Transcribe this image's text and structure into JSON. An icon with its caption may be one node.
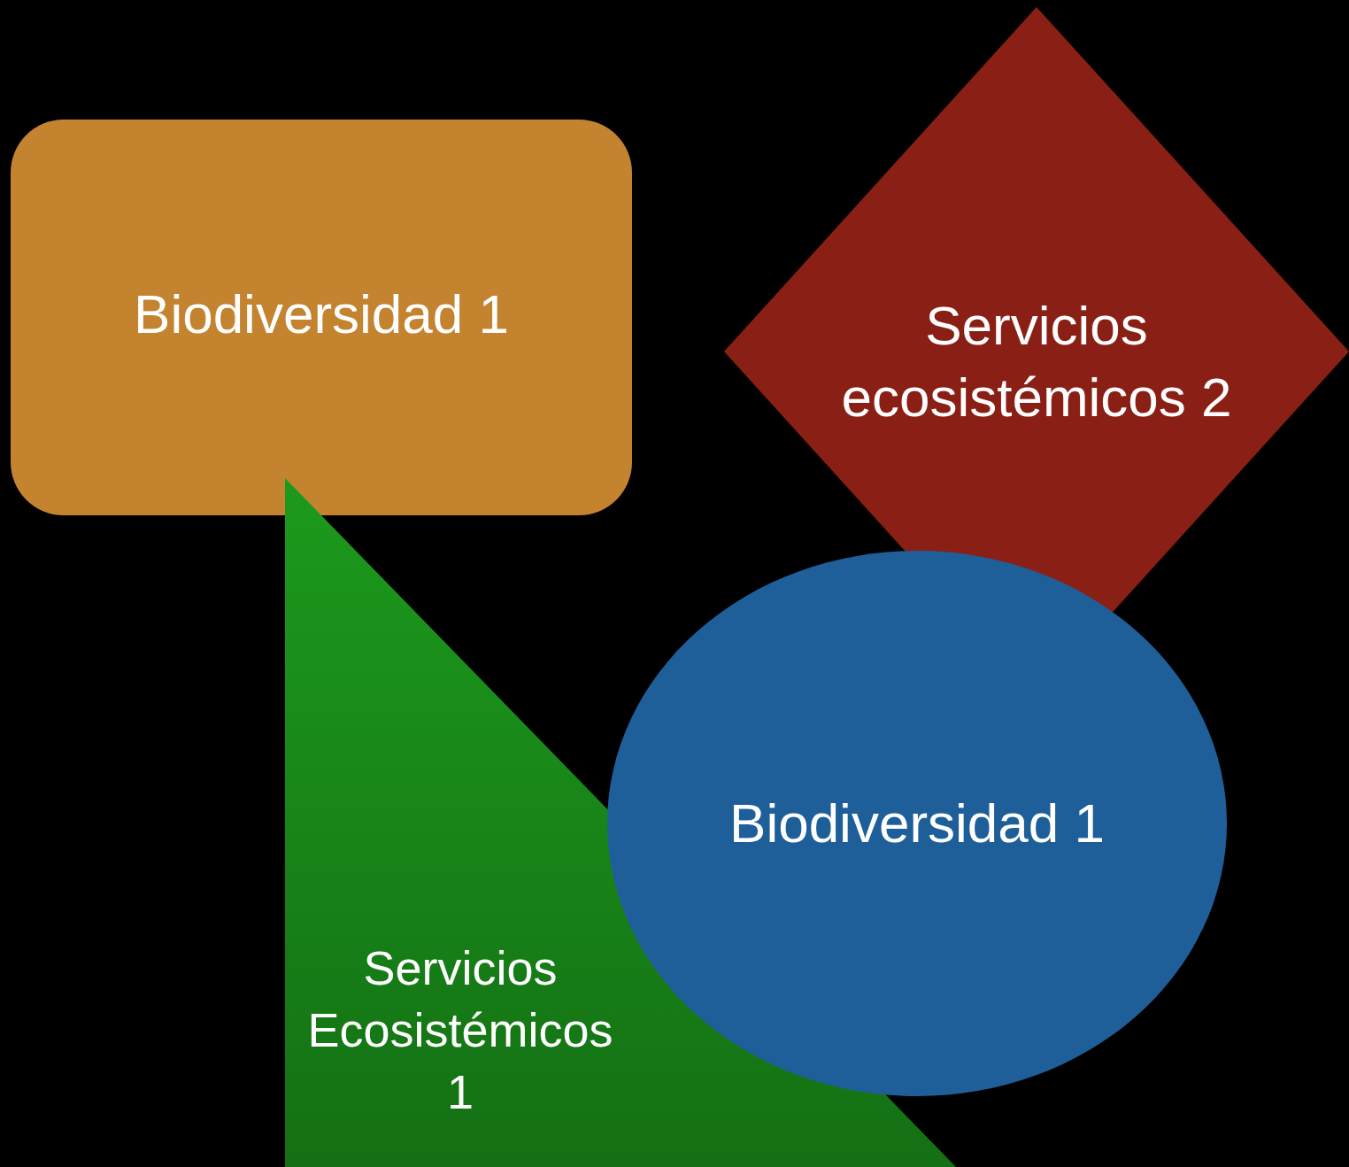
{
  "diagram": {
    "nodes": [
      {
        "text": [
          "Biodiversidad 1"
        ]
      },
      {
        "text": [
          "Servicios ecosistémicos 2"
        ]
      },
      {
        "text": [
          "Servicios Ecosistémicos 1"
        ]
      },
      {
        "text": [
          "Biodiversidad 1"
        ]
      }
    ]
  }
}
